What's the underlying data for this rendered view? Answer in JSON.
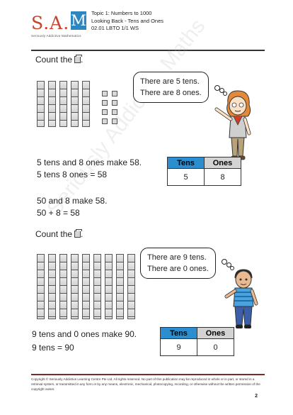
{
  "logo": {
    "mark": "S.A.",
    "m_letter": "M",
    "tagline": "Seriously Addictive Mathematics"
  },
  "header": {
    "topic": "Topic 1: Numbers to 1000",
    "subtitle": "Looking Back  - Tens and Ones",
    "code": "02.01 LBTO 1/1 WS"
  },
  "section1": {
    "count_label": "Count the",
    "count_suffix": ".",
    "bubble_line1": "There are 5 tens.",
    "bubble_line2": "There are 8 ones.",
    "tens_rods": 5,
    "ones_cubes": 8,
    "sentence1": "5 tens and 8 ones make 58.",
    "sentence2": "5 tens 8 ones = 58",
    "sentence3": "50 and 8 make 58.",
    "sentence4": "50 + 8 = 58",
    "table": {
      "tens_header": "Tens",
      "ones_header": "Ones",
      "tens_value": "5",
      "ones_value": "8"
    }
  },
  "section2": {
    "count_label": "Count the",
    "count_suffix": ".",
    "bubble_line1": "There are 9 tens.",
    "bubble_line2": "There are 0 ones.",
    "tens_rods": 9,
    "ones_cubes": 0,
    "sentence1": "9 tens and 0 ones make 90.",
    "sentence2": "9 tens = 90",
    "table": {
      "tens_header": "Tens",
      "ones_header": "Ones",
      "tens_value": "9",
      "ones_value": "0"
    }
  },
  "watermark": "Seriously Addictive Maths",
  "footer": {
    "copyright": "Copyright © Seriously Addictive Learning Centre Pte Ltd. All rights reserved. No part of this publication may be reproduced in whole or in part, or stored in a retrieval system, or transmitted in any form or by any means, electronic, mechanical, photocopying, recording, or otherwise without the written permission of the copyright owner.",
    "page_number": "2"
  },
  "colors": {
    "tens_header": "#2b8fcf",
    "ones_header": "#d3d3d3",
    "logo_red": "#c9412b",
    "logo_blue": "#2e86c1"
  }
}
